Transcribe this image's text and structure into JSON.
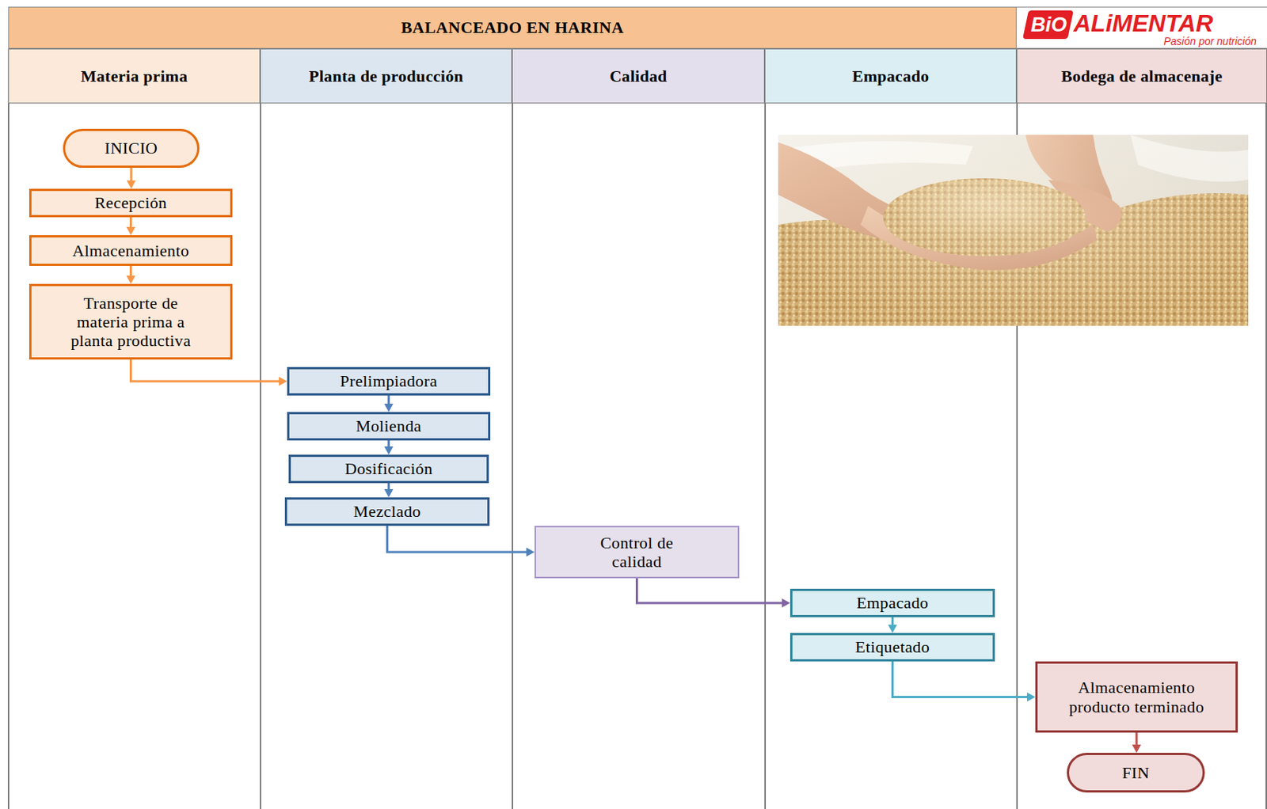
{
  "diagram": {
    "title": "BALANCEADO EN HARINA",
    "nodes": [
      {
        "text": [
          "Materia prima"
        ]
      },
      {
        "text": [
          "INICIO"
        ],
        "in": 0
      },
      {
        "text": [
          "Recepción"
        ],
        "in": 0
      },
      {
        "text": [
          "Almacenamiento"
        ],
        "in": 0
      },
      {
        "text": [
          "Transporte de materia prima a planta productiva"
        ],
        "in": 0
      },
      {
        "text": [
          "Planta de producción"
        ]
      },
      {
        "text": [
          "Prelimpiadora"
        ],
        "in": 5
      },
      {
        "text": [
          "Molienda"
        ],
        "in": 5
      },
      {
        "text": [
          "Dosificación"
        ],
        "in": 5
      },
      {
        "text": [
          "Mezclado"
        ],
        "in": 5
      },
      {
        "text": [
          "Calidad"
        ]
      },
      {
        "text": [
          "Control de calidad"
        ],
        "in": 10
      },
      {
        "text": [
          "Empacado"
        ]
      },
      {
        "text": [
          "Empacado"
        ],
        "in": 12
      },
      {
        "text": [
          "Etiquetado"
        ],
        "in": 12
      },
      {
        "text": [
          "Bodega de almacenaje"
        ]
      },
      {
        "text": [
          "Almacenamiento producto terminado"
        ],
        "in": 15
      },
      {
        "text": [
          "FIN"
        ],
        "in": 15
      }
    ],
    "edges": [
      {
        "from": 1,
        "to": 2,
        "arrow": "to"
      },
      {
        "from": 2,
        "to": 3,
        "arrow": "to"
      },
      {
        "from": 3,
        "to": 4,
        "arrow": "to"
      },
      {
        "from": 4,
        "to": 6,
        "arrow": "to"
      },
      {
        "from": 6,
        "to": 7,
        "arrow": "to"
      },
      {
        "from": 7,
        "to": 8,
        "arrow": "to"
      },
      {
        "from": 8,
        "to": 9,
        "arrow": "to"
      },
      {
        "from": 9,
        "to": 11,
        "arrow": "to"
      },
      {
        "from": 11,
        "to": 13,
        "arrow": "to"
      },
      {
        "from": 13,
        "to": 14,
        "arrow": "to"
      },
      {
        "from": 14,
        "to": 16,
        "arrow": "to"
      },
      {
        "from": 16,
        "to": 17,
        "arrow": "to"
      }
    ],
    "labels": [
      "BiO",
      "ALiMENTAR",
      "Pasión por nutrición"
    ]
  }
}
